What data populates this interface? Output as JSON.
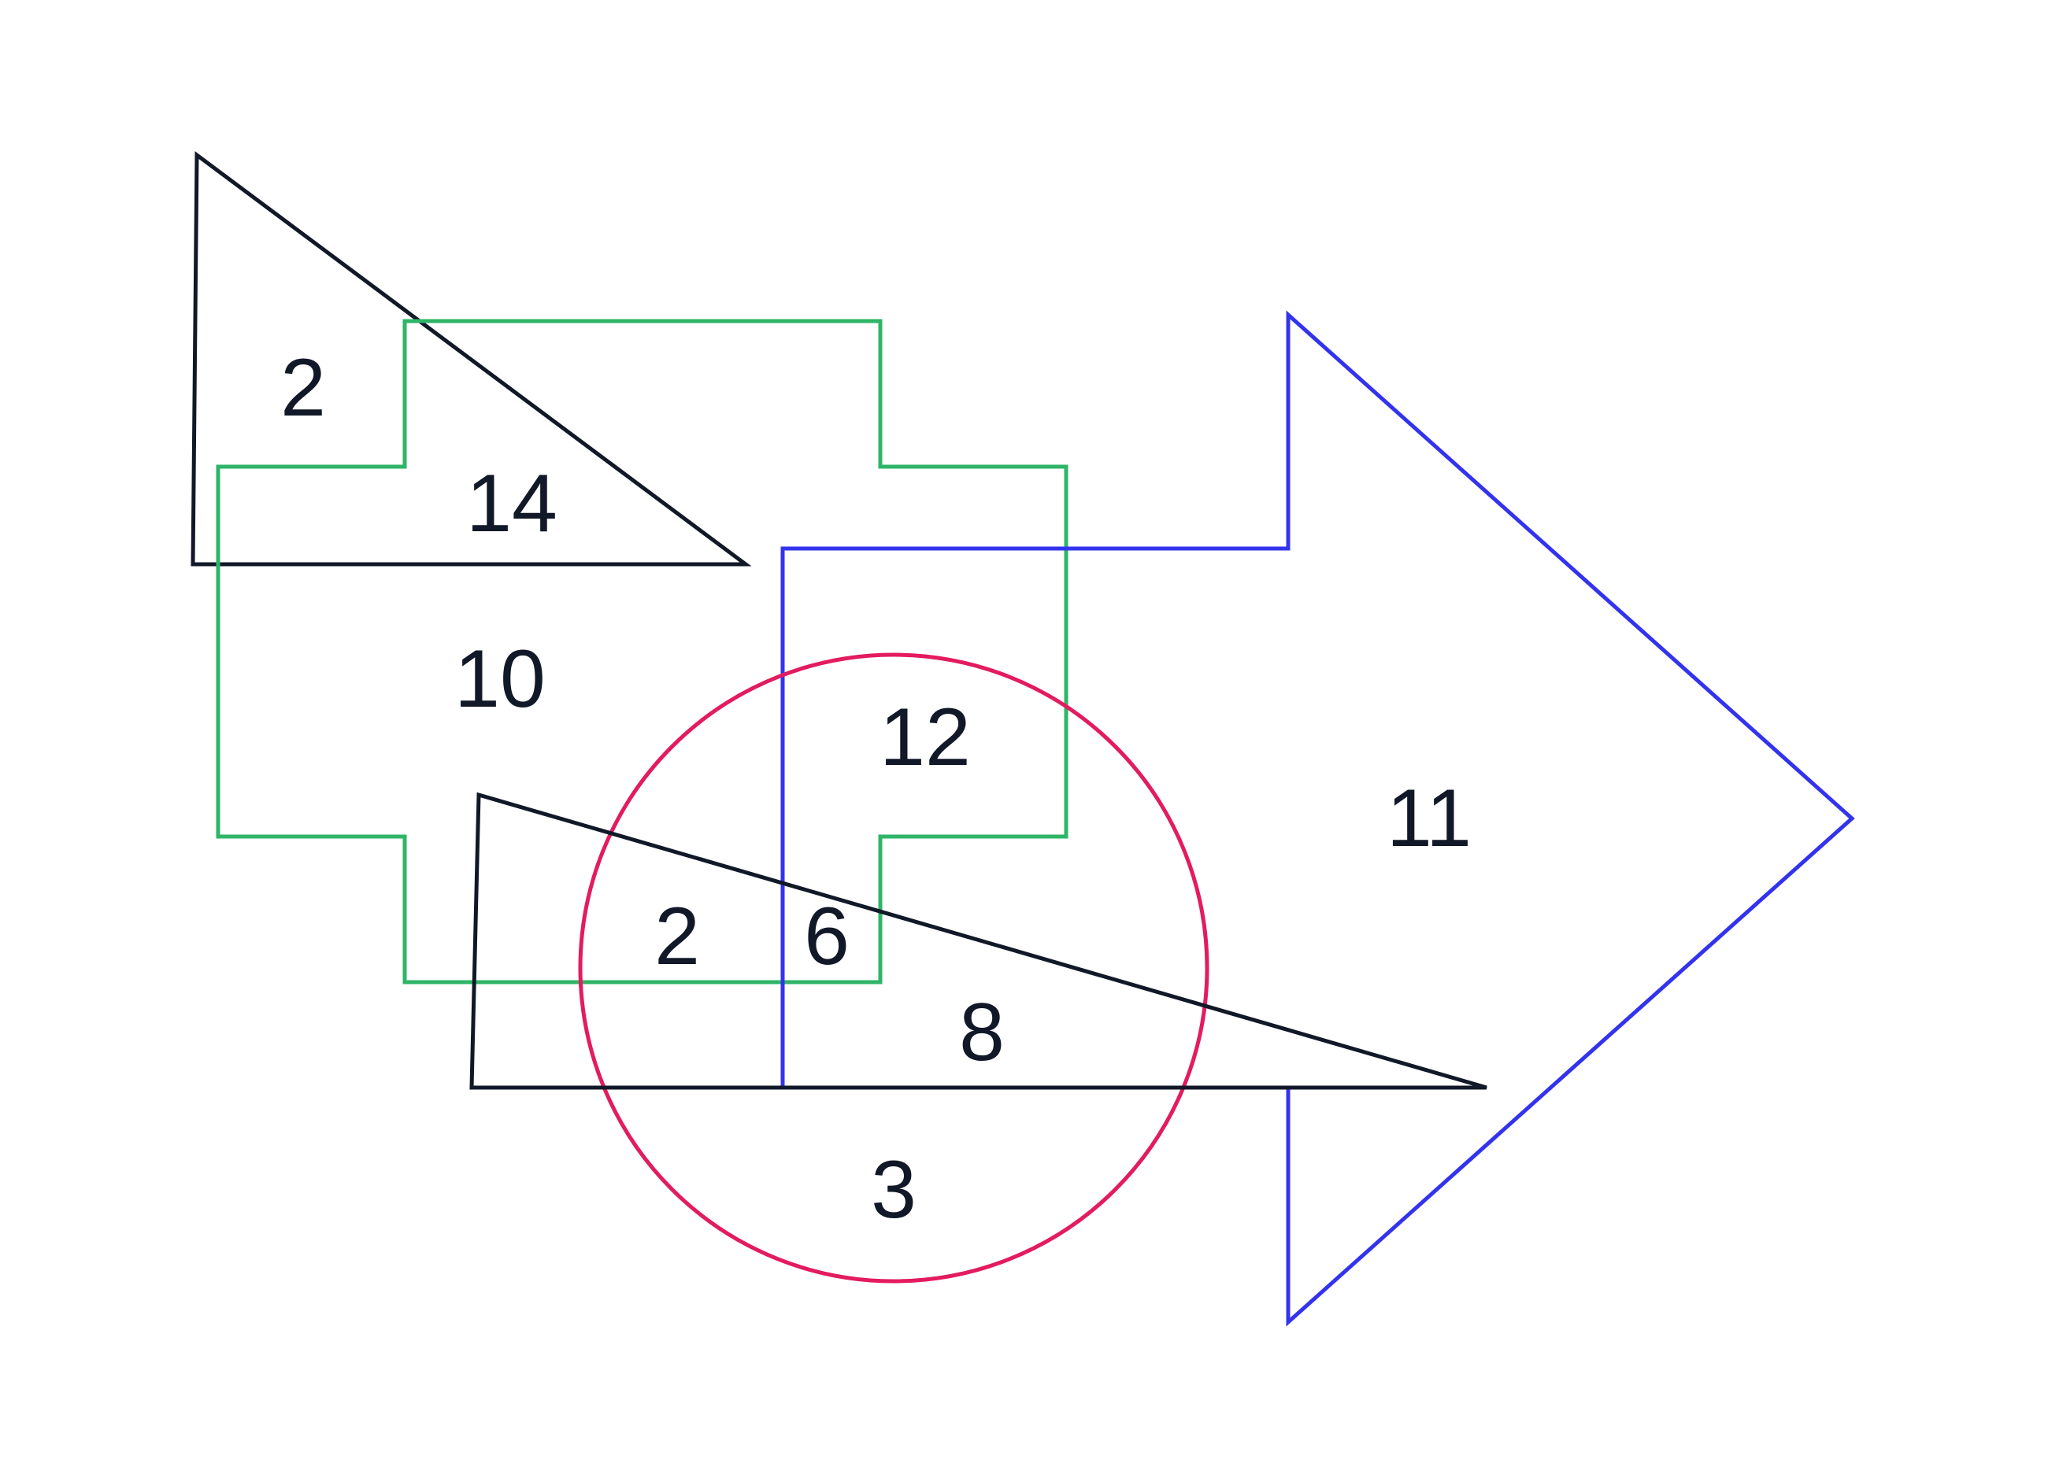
{
  "colors": {
    "background": "#ffffff",
    "text": "#111827",
    "triangle_top": "#111827",
    "triangle_bottom": "#111827",
    "cross_shape": "#2eb567",
    "arrow_shape": "#3333ee",
    "circle_shape": "#e31b5f"
  },
  "shapes": [
    {
      "id": "triangle-top",
      "kind": "triangle",
      "color_key": "triangle_top"
    },
    {
      "id": "cross-shape",
      "kind": "plus-cross",
      "color_key": "cross_shape"
    },
    {
      "id": "arrow-shape",
      "kind": "arrow",
      "color_key": "arrow_shape"
    },
    {
      "id": "circle-shape",
      "kind": "circle",
      "color_key": "circle_shape"
    },
    {
      "id": "triangle-bottom",
      "kind": "triangle",
      "color_key": "triangle_bottom"
    }
  ],
  "regions": [
    {
      "id": "triangle-top-only",
      "label": "2"
    },
    {
      "id": "triangle-top-and-cross",
      "label": "14"
    },
    {
      "id": "cross-only",
      "label": "10"
    },
    {
      "id": "cross-arrow-circle",
      "label": "12"
    },
    {
      "id": "arrow-only",
      "label": "11"
    },
    {
      "id": "cross-circle-triangle-bottom",
      "label": "2"
    },
    {
      "id": "cross-arrow-circle-triangle-bottom",
      "label": "6"
    },
    {
      "id": "arrow-circle-triangle-bottom",
      "label": "8"
    },
    {
      "id": "circle-only",
      "label": "3"
    }
  ]
}
